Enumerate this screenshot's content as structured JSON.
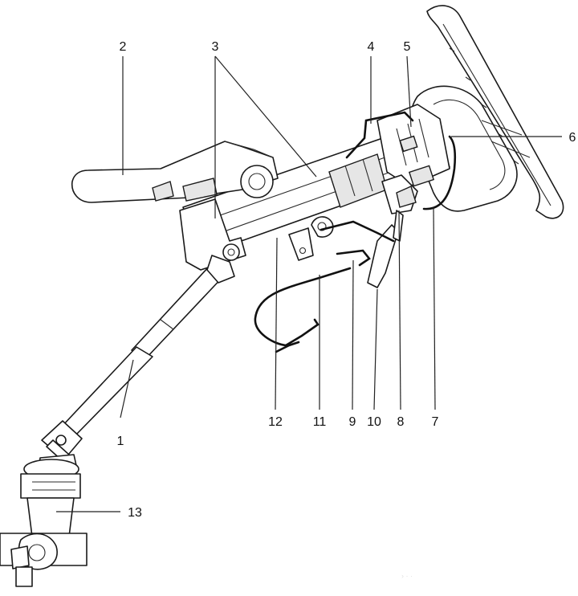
{
  "callouts": [
    {
      "id": "1",
      "label": "1"
    },
    {
      "id": "2",
      "label": "2"
    },
    {
      "id": "3",
      "label": "3"
    },
    {
      "id": "4",
      "label": "4"
    },
    {
      "id": "5",
      "label": "5"
    },
    {
      "id": "6",
      "label": "6"
    },
    {
      "id": "7",
      "label": "7"
    },
    {
      "id": "8",
      "label": "8"
    },
    {
      "id": "9",
      "label": "9"
    },
    {
      "id": "10",
      "label": "10"
    },
    {
      "id": "11",
      "label": "11"
    },
    {
      "id": "12",
      "label": "12"
    },
    {
      "id": "13",
      "label": "13"
    }
  ],
  "watermark": "› · ·"
}
